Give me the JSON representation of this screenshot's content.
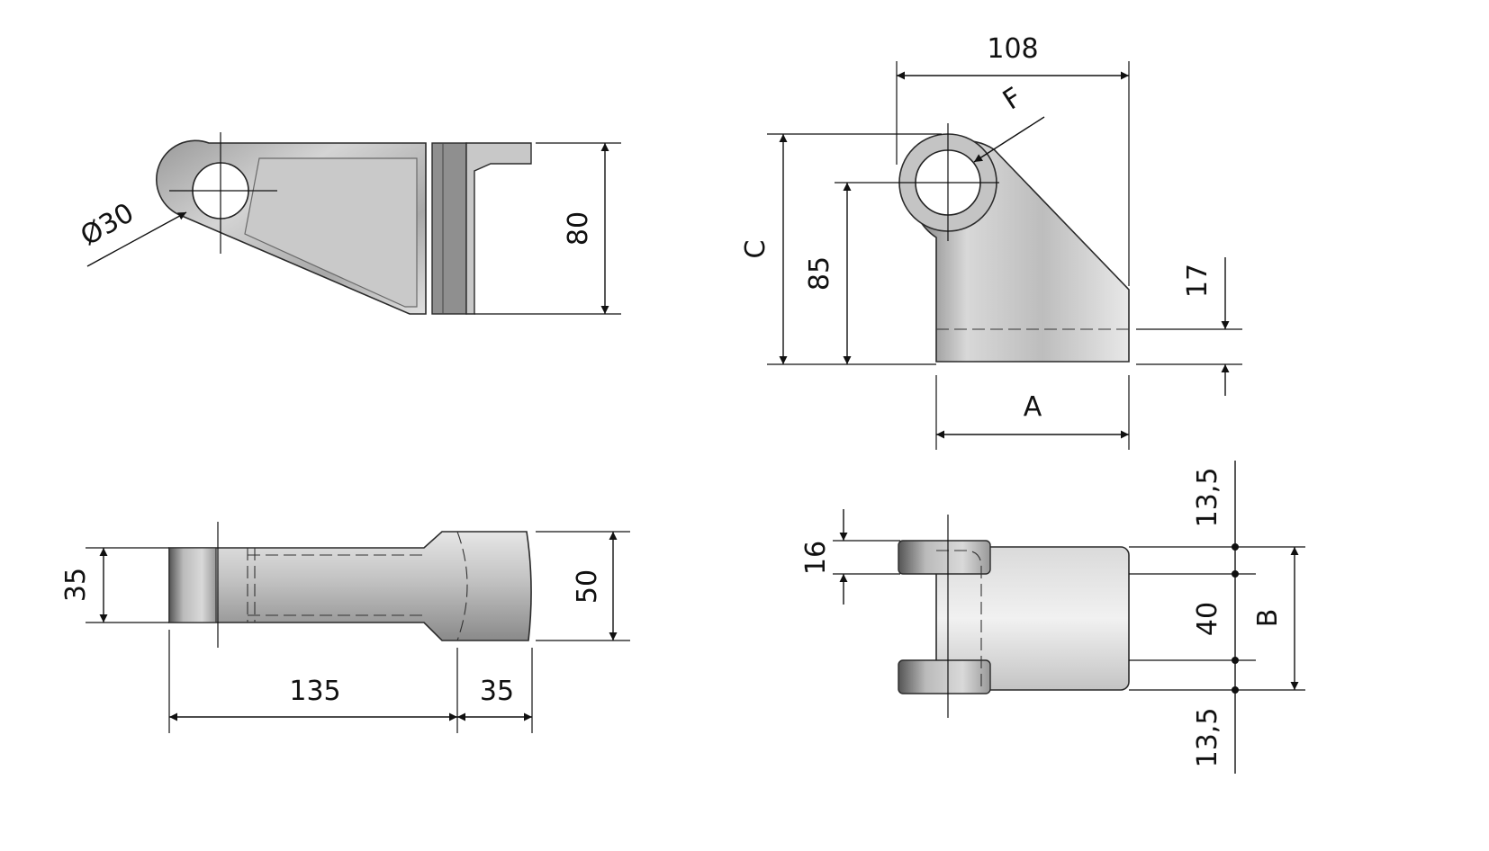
{
  "drawing": {
    "views": {
      "side_view": {
        "hole_diameter_label": "Ø30",
        "height_label": "80"
      },
      "front_view": {
        "width_label": "108",
        "hole_label": "F",
        "overall_height_label": "C",
        "hole_center_height_label": "85",
        "base_thickness_label": "17",
        "base_width_label": "A"
      },
      "top_view": {
        "tail_width_label": "35",
        "head_width_label": "50",
        "length_label": "135",
        "head_length_label": "35"
      },
      "end_view": {
        "lug_thickness_label": "16",
        "top_offset_label": "13,5",
        "gap_label": "40",
        "overall_label": "B",
        "bottom_offset_label": "13,5"
      }
    }
  }
}
